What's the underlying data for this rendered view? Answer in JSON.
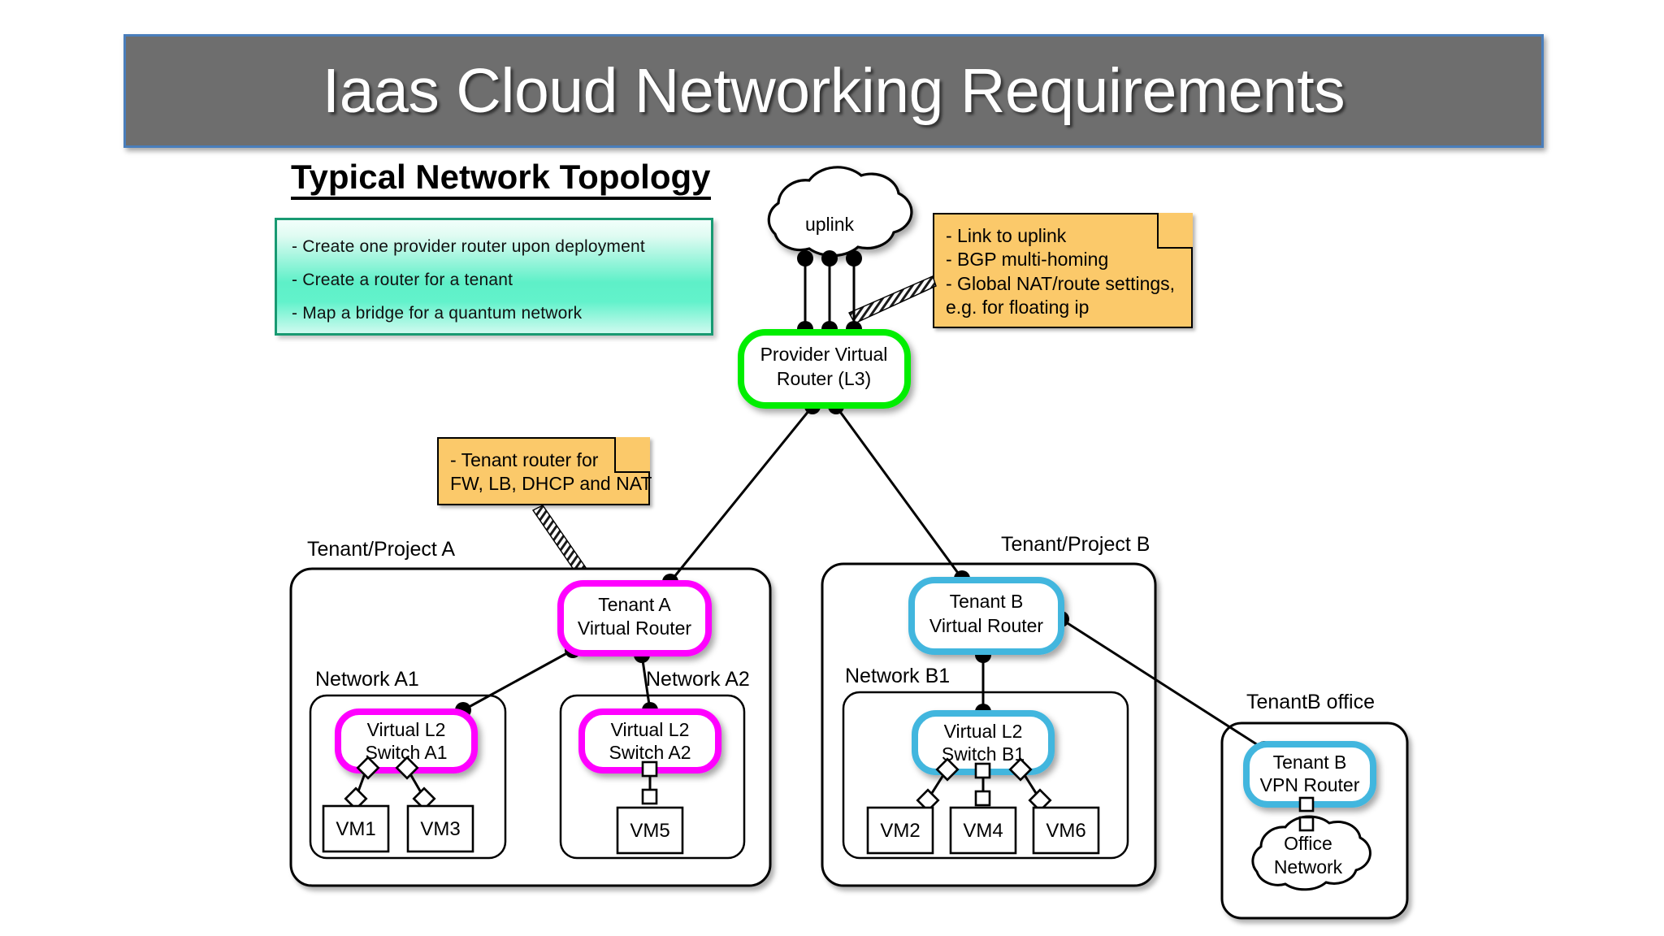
{
  "slide": {
    "title": "Iaas Cloud Networking Requirements",
    "section_heading": "Typical Network Topology"
  },
  "requirements_box": {
    "lines": [
      "- Create one provider router upon deployment",
      "- Create a router for a tenant",
      "- Map a bridge for a quantum network"
    ]
  },
  "notes": [
    {
      "id": "uplink-note",
      "lines": [
        "- Link to uplink",
        "- BGP multi-homing",
        "- Global NAT/route settings,",
        "  e.g. for floating ip"
      ]
    },
    {
      "id": "tenant-router-note",
      "lines": [
        "- Tenant router for",
        "FW, LB, DHCP and NAT"
      ]
    }
  ],
  "diagram": {
    "clouds": [
      {
        "id": "uplink-cloud",
        "label": "uplink"
      },
      {
        "id": "office-network-cloud",
        "label_line1": "Office",
        "label_line2": "Network"
      }
    ],
    "groups": [
      {
        "id": "tenant-a",
        "label": "Tenant/Project A"
      },
      {
        "id": "tenant-b",
        "label": "Tenant/Project B"
      },
      {
        "id": "tenantb-office",
        "label": "TenantB office"
      },
      {
        "id": "network-a1",
        "label": "Network A1"
      },
      {
        "id": "network-a2",
        "label": "Network A2"
      },
      {
        "id": "network-b1",
        "label": "Network B1"
      }
    ],
    "nodes": [
      {
        "id": "provider-router",
        "line1": "Provider Virtual",
        "line2": "Router (L3)",
        "color": "#00ee00"
      },
      {
        "id": "tenant-a-router",
        "line1": "Tenant A",
        "line2": "Virtual Router",
        "color": "#ff00ff"
      },
      {
        "id": "tenant-b-router",
        "line1": "Tenant B",
        "line2": "Virtual Router",
        "color": "#42b6de"
      },
      {
        "id": "switch-a1",
        "line1": "Virtual L2",
        "line2": "Switch A1",
        "color": "#ff00ff"
      },
      {
        "id": "switch-a2",
        "line1": "Virtual L2",
        "line2": "Switch A2",
        "color": "#ff00ff"
      },
      {
        "id": "switch-b1",
        "line1": "Virtual L2",
        "line2": "Switch B1",
        "color": "#42b6de"
      },
      {
        "id": "tenant-b-vpn-router",
        "line1": "Tenant B",
        "line2": "VPN Router",
        "color": "#42b6de"
      }
    ],
    "vms": [
      {
        "id": "vm1",
        "label": "VM1"
      },
      {
        "id": "vm3",
        "label": "VM3"
      },
      {
        "id": "vm5",
        "label": "VM5"
      },
      {
        "id": "vm2",
        "label": "VM2"
      },
      {
        "id": "vm4",
        "label": "VM4"
      },
      {
        "id": "vm6",
        "label": "VM6"
      }
    ]
  },
  "colors": {
    "title_bar_bg": "#6e6e6e",
    "title_bar_border": "#4a7ebb",
    "provider_router": "#00ee00",
    "tenant_a": "#ff00ff",
    "tenant_b": "#42b6de",
    "note_bg": "#fbc96a",
    "req_box_border": "#189a72"
  }
}
